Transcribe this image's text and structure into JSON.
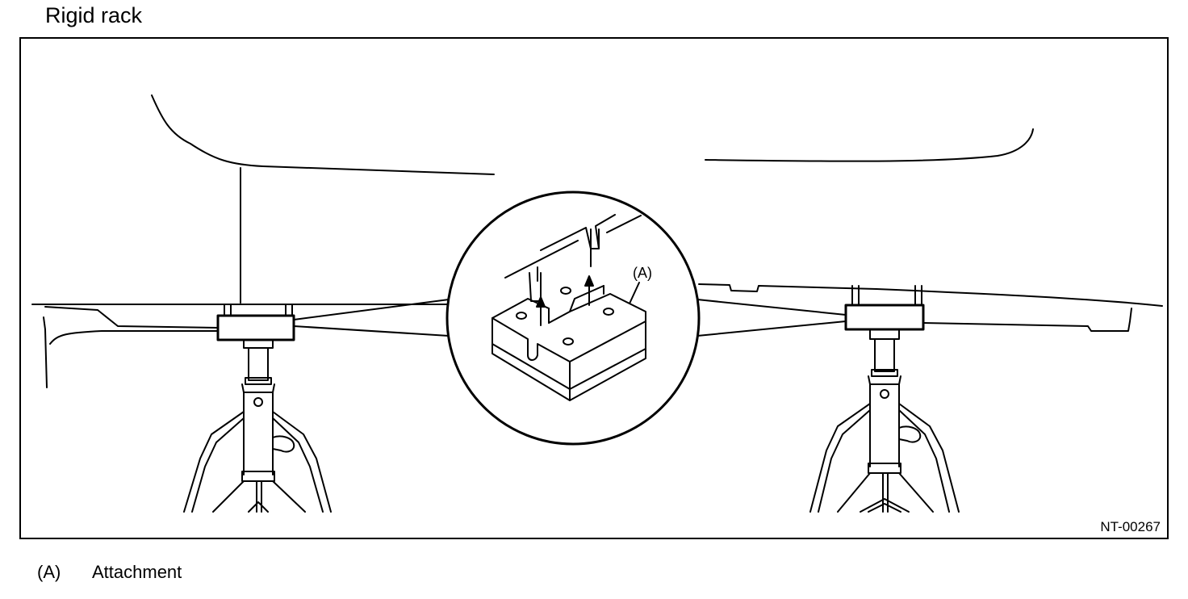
{
  "title": "Rigid rack",
  "figure_id": "NT-00267",
  "callout_label": "(A)",
  "legend": [
    {
      "key": "(A)",
      "text": "Attachment"
    }
  ]
}
